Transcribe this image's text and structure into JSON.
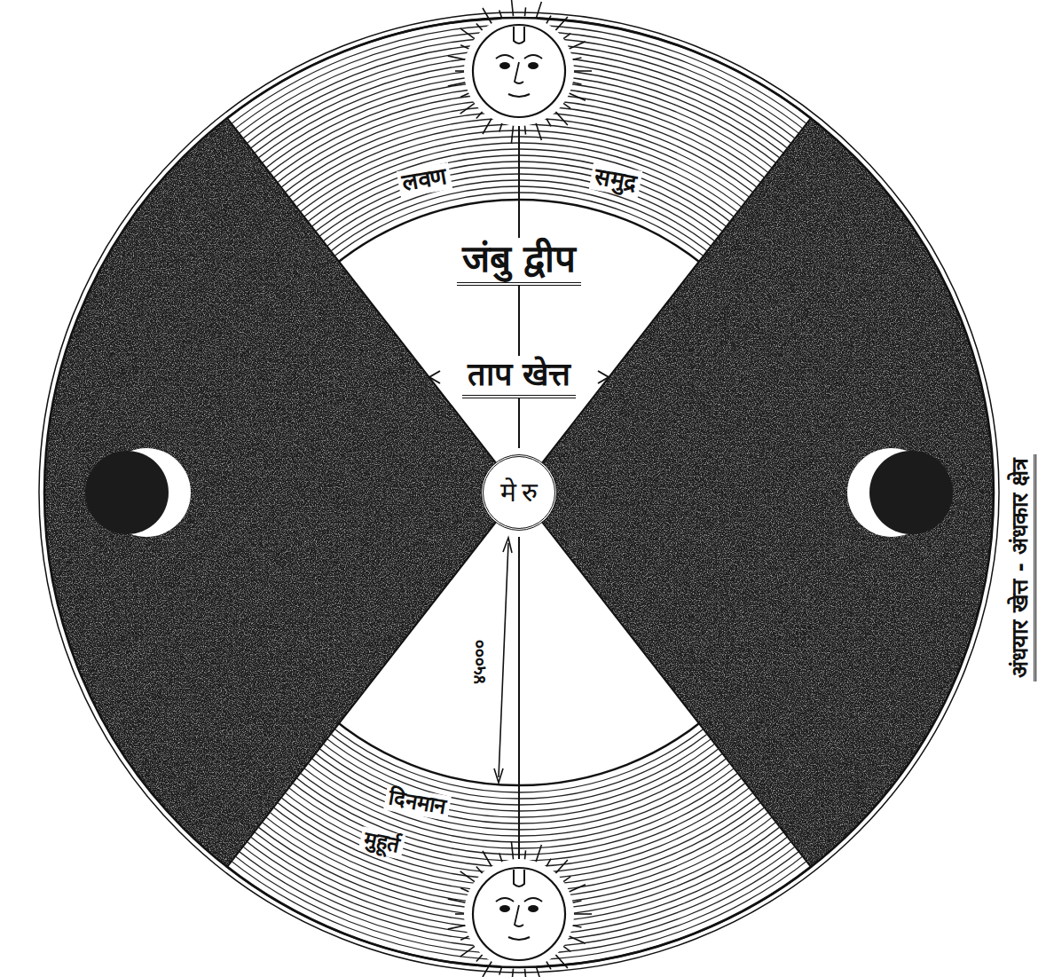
{
  "diagram": {
    "nodes": [
      {
        "text": [
          "जंबु द्वीप",
          "ताप खेत्त"
        ]
      },
      {
        "text": [
          "मेरु"
        ]
      }
    ],
    "labels": [
      "लवण",
      "समुद्र",
      "दिनमान",
      "मुहूर्त",
      "४५०००",
      "अंधयार खेत्त - अंधकार क्षेत्र"
    ]
  }
}
